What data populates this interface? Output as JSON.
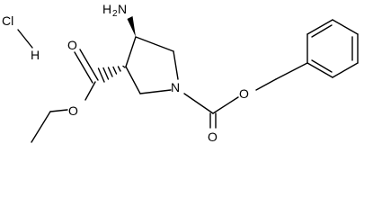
{
  "structure": {
    "atoms": {
      "salt_cl": "Cl",
      "salt_h": "H",
      "amino_n": "N",
      "amino_h": "H",
      "amino_h_count": "2",
      "ester_o_carbonyl": "O",
      "ester_o_alkoxy": "O",
      "ring_n": "N",
      "cbz_o_carbonyl": "O",
      "cbz_o_alkoxy": "O"
    },
    "colors": {
      "bond": "#000000",
      "label": "#000000",
      "background": "#ffffff"
    }
  }
}
